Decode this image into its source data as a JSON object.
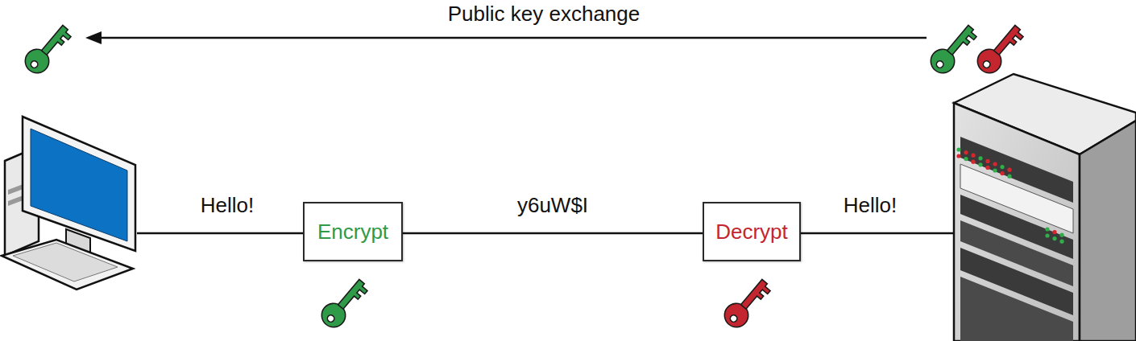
{
  "diagram": {
    "nodes": [
      {
        "text": [
          "Encrypt"
        ]
      },
      {
        "text": [
          "Decrypt"
        ]
      }
    ],
    "edges": [
      {
        "from": 0,
        "to": 1,
        "label": "y6uW$I",
        "arrow": "none"
      }
    ],
    "labels": [
      "Public key exchange",
      "Hello!",
      "Hello!"
    ]
  }
}
